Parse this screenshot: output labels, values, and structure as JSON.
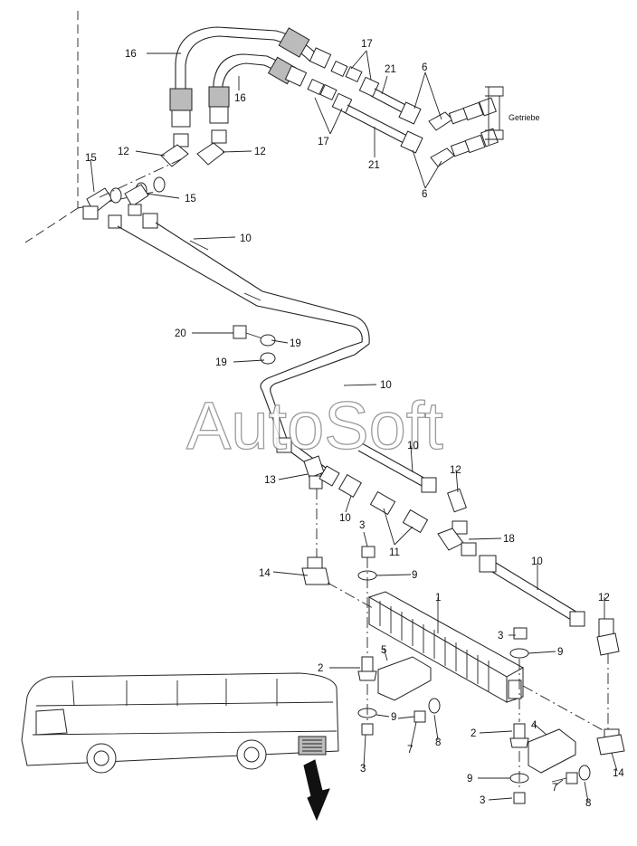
{
  "watermark": "AutoSoft",
  "annotation_getriebe": "Getriebe",
  "callouts": [
    "16",
    "16",
    "17",
    "17",
    "21",
    "21",
    "6",
    "6",
    "12",
    "12",
    "15",
    "15",
    "10",
    "20",
    "19",
    "19",
    "10",
    "10",
    "12",
    "13",
    "10",
    "11",
    "18",
    "10",
    "3",
    "9",
    "14",
    "1",
    "12",
    "3",
    "9",
    "2",
    "5",
    "9",
    "7",
    "8",
    "3",
    "2",
    "4",
    "14",
    "9",
    "7",
    "8",
    "3"
  ]
}
